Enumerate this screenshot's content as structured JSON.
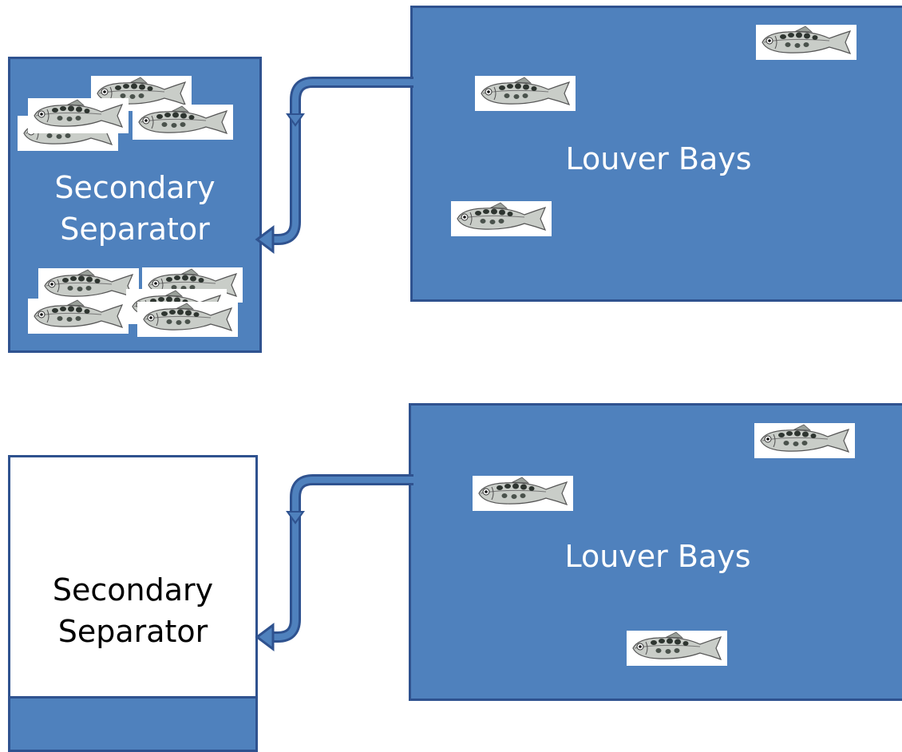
{
  "colors": {
    "fill_blue": "#4f81bd",
    "border_blue": "#2f528f",
    "background": "#ffffff"
  },
  "panel_top": {
    "separator_label_line1": "Secondary",
    "separator_label_line2": "Separator",
    "louver_label": "Louver Bays"
  },
  "panel_bottom": {
    "separator_label_line1": "Secondary",
    "separator_label_line2": "Separator",
    "louver_label": "Louver Bays"
  },
  "icons": {
    "fish": "fish-icon",
    "pipe": "curved-pipe-arrow-icon"
  }
}
